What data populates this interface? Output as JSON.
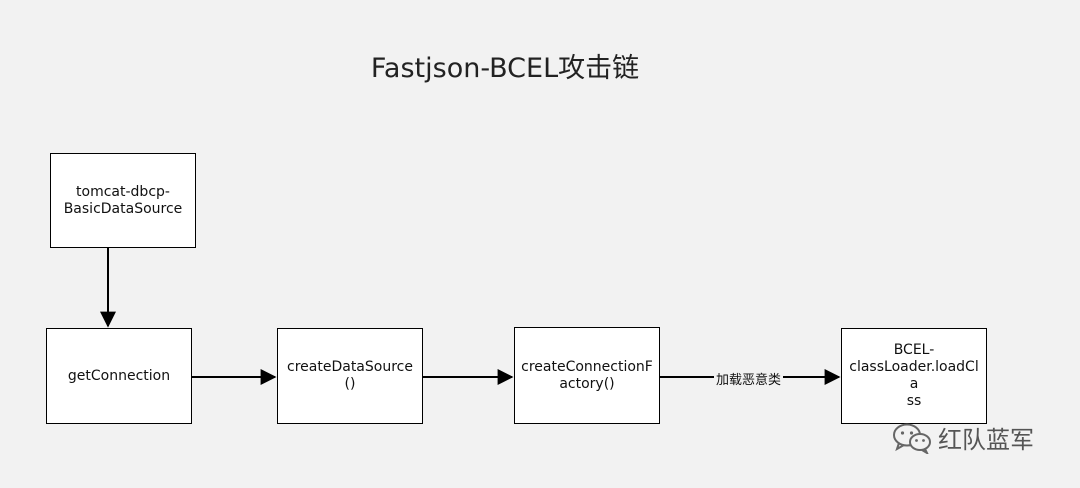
{
  "title": "Fastjson-BCEL攻击链",
  "nodes": {
    "basic_data_source": {
      "lines": [
        "tomcat-dbcp-",
        "BasicDataSource"
      ]
    },
    "get_connection": {
      "lines": [
        "getConnection"
      ]
    },
    "create_data_source": {
      "lines": [
        "createDataSource()"
      ]
    },
    "create_connection_factory": {
      "lines": [
        "createConnectionF",
        "actory()"
      ]
    },
    "bcel_loader": {
      "lines": [
        "BCEL-",
        "classLoader.loadCla",
        "ss"
      ]
    }
  },
  "edges": [
    {
      "from": "basic_data_source",
      "to": "get_connection",
      "label": ""
    },
    {
      "from": "get_connection",
      "to": "create_data_source",
      "label": ""
    },
    {
      "from": "create_data_source",
      "to": "create_connection_factory",
      "label": ""
    },
    {
      "from": "create_connection_factory",
      "to": "bcel_loader",
      "label": "加载恶意类"
    }
  ],
  "watermark": {
    "text": "红队蓝军",
    "icon": "wechat-icon"
  },
  "colors": {
    "background": "#f2f2f2",
    "box_fill": "#ffffff",
    "stroke": "#000000"
  }
}
